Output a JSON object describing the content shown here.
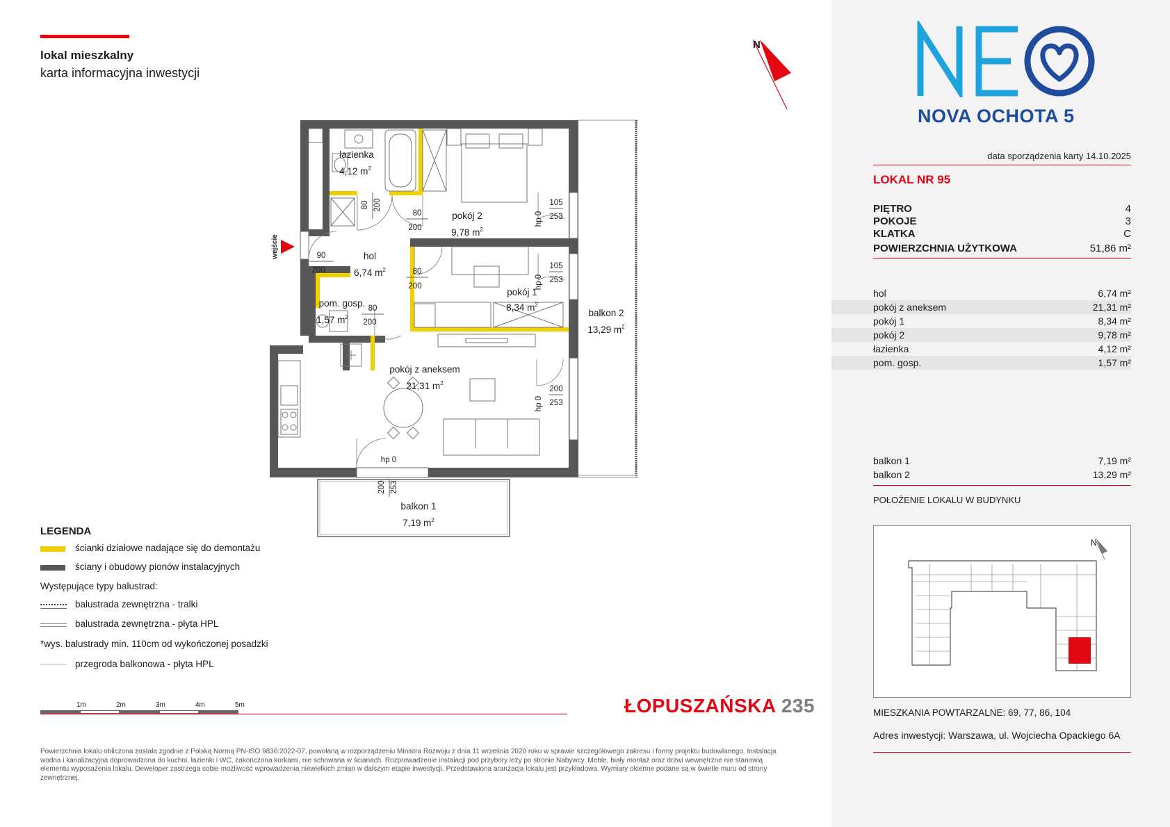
{
  "header": {
    "title": "lokal mieszkalny",
    "subtitle": "karta informacyjna inwestycji"
  },
  "compass_label": "N",
  "plan": {
    "rooms": {
      "lazienka": {
        "name": "łazienka",
        "area": "4,12 m",
        "sup": "2"
      },
      "pokoj2": {
        "name": "pokój 2",
        "area": "9,78 m",
        "sup": "2"
      },
      "hol": {
        "name": "hol",
        "area": "6,74 m",
        "sup": "2"
      },
      "pokoj1": {
        "name": "pokój 1",
        "area": "8,34 m",
        "sup": "2"
      },
      "pom_gosp": {
        "name": "pom. gosp.",
        "area": "1,57 m",
        "sup": "2"
      },
      "pokoj_aneks": {
        "name": "pokój z aneksem",
        "area": "21,31 m",
        "sup": "2"
      },
      "balkon2": {
        "name": "balkon 2",
        "area": "13,29 m",
        "sup": "2"
      },
      "balkon1": {
        "name": "balkon 1",
        "area": "7,19 m",
        "sup": "2"
      }
    },
    "entrance_label": "wejście",
    "doors": {
      "lazienka_w": "80",
      "lazienka_h": "200",
      "pokoj2_w": "80",
      "pokoj2_h": "200",
      "hol_w": "90",
      "hol_h": "200",
      "pokoj1_w": "80",
      "pokoj1_h": "200",
      "gosp_w": "80",
      "gosp_h": "200"
    },
    "windows": {
      "w1_a": "105",
      "w1_b": "253",
      "w1_hp": "hp 0",
      "w2_a": "105",
      "w2_b": "253",
      "w2_hp": "hp 0",
      "w3_a": "200",
      "w3_b": "253",
      "w3_hp": "hp 0",
      "w4_hp": "hp 0",
      "w4_a": "200",
      "w4_b": "253"
    }
  },
  "legend": {
    "title": "LEGENDA",
    "items": [
      "ścianki działowe nadające się do demontażu",
      "ściany i obudowy pionów instalacyjnych",
      "Występujące typy balustrad:",
      "balustrada zewnętrzna - tralki",
      "balustrada zewnętrzna - płyta HPL",
      "*wys. balustrady min. 110cm od wykończonej posadzki",
      "przegroda balkonowa - płyta HPL"
    ],
    "colors": {
      "demontaz": "#f0d000",
      "sciany": "#575756"
    }
  },
  "scale": {
    "labels": [
      "1m",
      "2m",
      "3m",
      "4m",
      "5m"
    ]
  },
  "street": {
    "name": "ŁOPUSZAŃSKA",
    "number": "235"
  },
  "footnote": "Powierzchnia lokalu obliczona została zgodnie z Polską Normą PN-ISO 9836:2022-07, powołaną w rozporządzeniu Ministra Rozwoju z dnia 11 września 2020 roku w sprawie szczegółowego zakresu i formy projektu budowlanego. Instalacja wodna i kanalizacyjna doprowadzona do kuchni, łazienki i WC, zakończona korkami, nie schowana w ścianach. Rozprowadzenie instalacji pod przybory leży po stronie Nabywcy. Meble, biały montaż oraz drzwi wewnętrzne nie stanowią elementu wyposażenia lokalu. Deweloper zastrzega sobie możliwość wprowadzenia niewielkich zmian w dalszym etapie inwestycji. Przedstawiona aranżacja lokalu jest przykładowa. Wymiary okienne podane są w świetle muru od strony zewnętrznej.",
  "brand": {
    "logo_text": "NEO",
    "name": "NOVA OCHOTA 5",
    "colors": {
      "cyan": "#1fa3dc",
      "navy": "#1e4b9c",
      "red": "#e30613"
    }
  },
  "info": {
    "date": "data sporządzenia karty 14.10.2025",
    "lokal": "LOKAL NR 95",
    "details": [
      {
        "label": "PIĘTRO",
        "value": "4"
      },
      {
        "label": "POKOJE",
        "value": "3"
      },
      {
        "label": "KLATKA",
        "value": "C"
      },
      {
        "label": "POWIERZCHNIA UŻYTKOWA",
        "value": "51,86 m²"
      }
    ],
    "rooms": [
      {
        "name": "hol",
        "area": "6,74 m²"
      },
      {
        "name": "pokój z aneksem",
        "area": "21,31 m²"
      },
      {
        "name": "pokój 1",
        "area": "8,34 m²"
      },
      {
        "name": "pokój 2",
        "area": "9,78 m²"
      },
      {
        "name": "łazienka",
        "area": "4,12 m²"
      },
      {
        "name": "pom. gosp.",
        "area": "1,57 m²"
      }
    ],
    "balconies": [
      {
        "name": "balkon 1",
        "area": "7,19 m²"
      },
      {
        "name": "balkon 2",
        "area": "13,29 m²"
      }
    ],
    "location_title": "POŁOŻENIE LOKALU W BUDYNKU",
    "location_compass": "N",
    "repeat": "MIESZKANIA POWTARZALNE: 69, 77, 86, 104",
    "address": "Adres inwestycji: Warszawa, ul. Wojciecha Opackiego 6A"
  }
}
